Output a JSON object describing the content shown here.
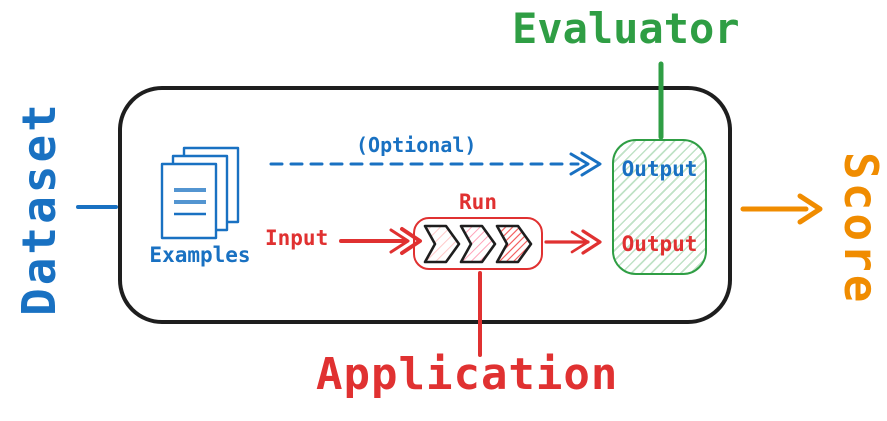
{
  "title": "Evaluation flow diagram",
  "colors": {
    "blue": "#1971c2",
    "green": "#2f9e44",
    "red": "#e03131",
    "orange": "#f08c00",
    "ink": "#1e1e1e"
  },
  "labels": {
    "dataset": "Dataset",
    "evaluator": "Evaluator",
    "application": "Application",
    "score": "Score",
    "examples": "Examples",
    "optional": "(Optional)",
    "input": "Input",
    "run": "Run",
    "evaluator_output": "Output",
    "application_output": "Output"
  },
  "icons": {
    "examples": "documents-stack-icon",
    "run_steps": "chevron-pipeline-icon",
    "connectors": [
      "dashed-arrow-right",
      "arrow-right",
      "plain-line"
    ]
  }
}
